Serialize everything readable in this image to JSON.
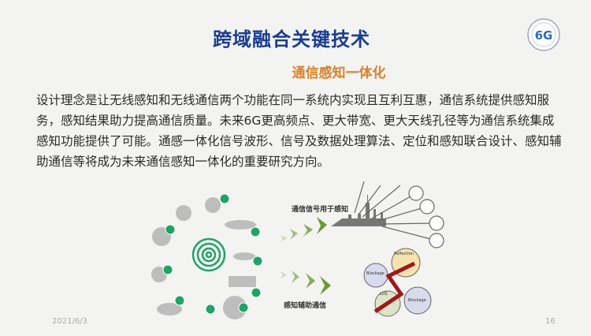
{
  "slide": {
    "title": "跨域融合关键技术",
    "subtitle": "通信感知一体化",
    "paragraph": "设计理念是让无线感知和无线通信两个功能在同一系统内实现且互利互惠，通信系统提供感知服务，感知结果助力提高通信质量。未来6G更高频点、更大带宽、更大天线孔径等为通信系统集成感知功能提供了可能。通感一体化信号波形、信号及数据处理算法、定位和感知联合设计、感知辅助通信等将成为未来通信感知一体化的重要研究方向。",
    "logo_text": "6G",
    "figure": {
      "label_top": "通信信号用于感知",
      "label_bottom": "感知辅助通信",
      "blockage": "Blockage",
      "reflection": "Reflection",
      "los": "LOS"
    },
    "date": "2021/6/3",
    "page": "16"
  },
  "colors": {
    "title": "#1a3d8f",
    "subtitle": "#d9822b",
    "green": "#1fa463",
    "red": "#a01818"
  }
}
